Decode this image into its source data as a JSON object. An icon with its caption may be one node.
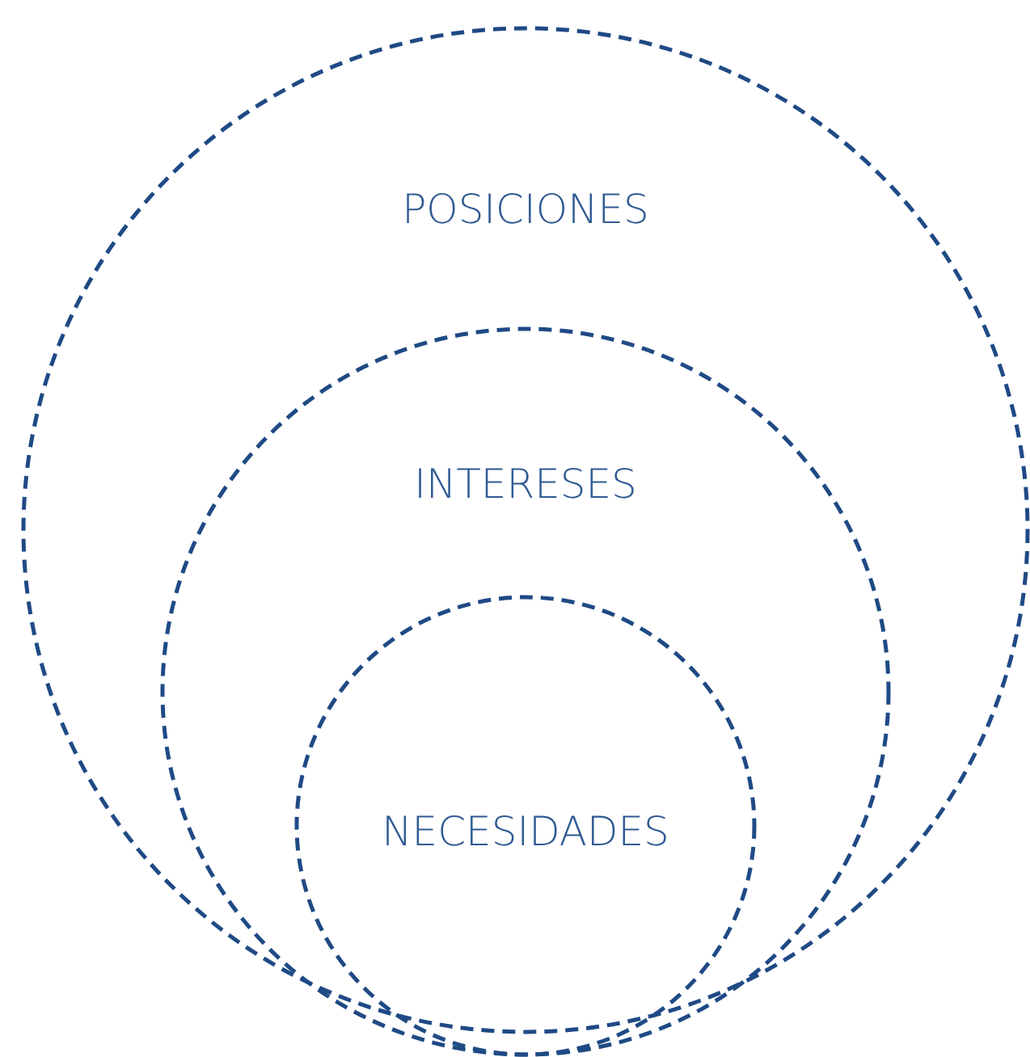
{
  "diagram": {
    "nodes": [
      {
        "text": [
          "POSICIONES"
        ]
      },
      {
        "text": [
          "INTERESES"
        ],
        "in": 0
      },
      {
        "text": [
          "NECESIDADES"
        ],
        "in": 1
      }
    ]
  }
}
